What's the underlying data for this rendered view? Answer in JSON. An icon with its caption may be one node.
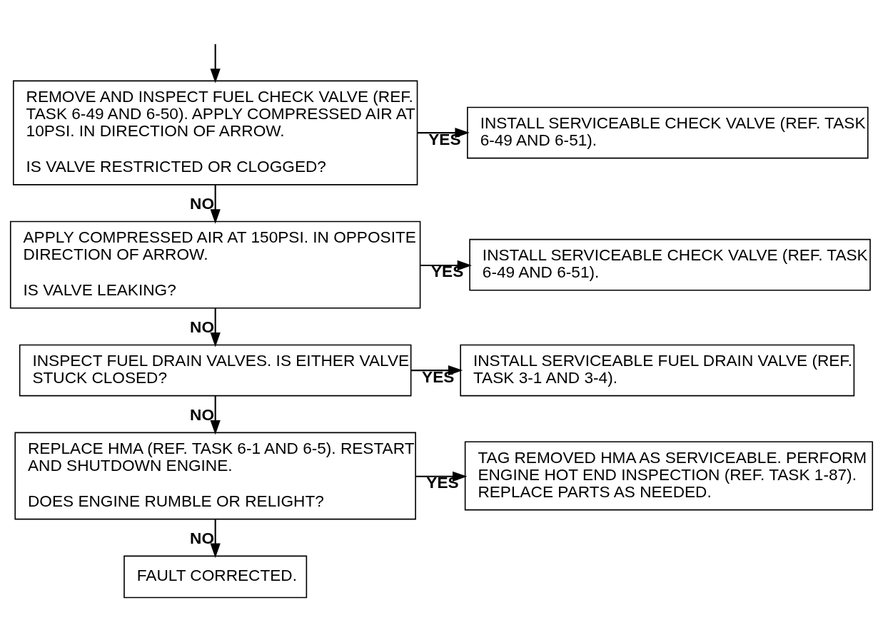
{
  "diagram": {
    "nodes": [
      {
        "text": [
          "REMOVE AND INSPECT FUEL CHECK VALVE (REF. TASK 6-49 AND 6-50). APPLY COMPRESSED AIR AT 10PSI. IN DIRECTION OF ARROW.",
          "IS VALVE RESTRICTED OR CLOGGED?"
        ]
      },
      {
        "text": [
          "INSTALL SERVICEABLE CHECK VALVE (REF. TASK 6-49 AND 6-51)."
        ]
      },
      {
        "text": [
          "APPLY COMPRESSED AIR AT 150PSI. IN OPPOSITE DIRECTION OF ARROW.",
          "IS VALVE LEAKING?"
        ]
      },
      {
        "text": [
          "INSTALL SERVICEABLE CHECK VALVE (REF. TASK 6-49 AND 6-51)."
        ]
      },
      {
        "text": [
          "INSPECT FUEL DRAIN VALVES. IS EITHER VALVE STUCK CLOSED?"
        ]
      },
      {
        "text": [
          "INSTALL SERVICEABLE FUEL DRAIN VALVE (REF. TASK 3-1 AND 3-4)."
        ]
      },
      {
        "text": [
          "REPLACE HMA (REF. TASK 6-1 AND 6-5). RESTART AND SHUTDOWN ENGINE.",
          "DOES ENGINE RUMBLE OR RELIGHT?"
        ]
      },
      {
        "text": [
          "TAG REMOVED HMA AS SERVICEABLE. PERFORM ENGINE HOT END INSPECTION (REF. TASK 1-87). REPLACE PARTS AS NEEDED."
        ]
      },
      {
        "text": [
          "FAULT CORRECTED."
        ]
      }
    ],
    "edges": [
      {
        "from": null,
        "to": 0,
        "arrow": "to"
      },
      {
        "from": 0,
        "to": 1,
        "arrow": "to",
        "label": "YES"
      },
      {
        "from": 0,
        "to": 2,
        "arrow": "to",
        "label": "NO"
      },
      {
        "from": 2,
        "to": 3,
        "arrow": "to",
        "label": "YES"
      },
      {
        "from": 2,
        "to": 4,
        "arrow": "to",
        "label": "NO"
      },
      {
        "from": 4,
        "to": 5,
        "arrow": "to",
        "label": "YES"
      },
      {
        "from": 4,
        "to": 6,
        "arrow": "to",
        "label": "NO"
      },
      {
        "from": 6,
        "to": 7,
        "arrow": "to",
        "label": "YES"
      },
      {
        "from": 6,
        "to": 8,
        "arrow": "to",
        "label": "NO"
      }
    ]
  }
}
